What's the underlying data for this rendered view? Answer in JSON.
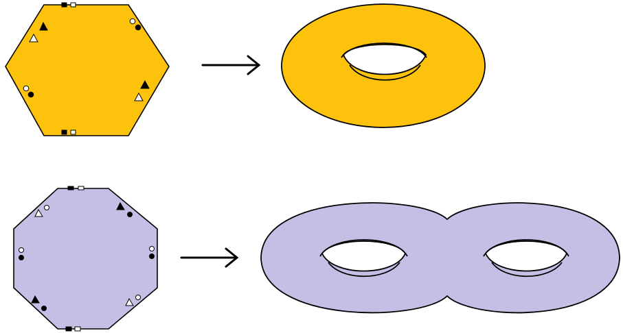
{
  "diagram": {
    "rows": [
      {
        "id": "hexagon-to-torus",
        "polygon": {
          "shape": "hexagon",
          "sides": 6,
          "fill": "#FDC20C",
          "stroke": "#000000"
        },
        "arrow": {
          "direction": "right"
        },
        "surface": {
          "shape": "torus",
          "holes": 1,
          "fill": "#FDC20C",
          "stroke": "#000000"
        },
        "edge_markers": [
          "filled-square",
          "open-square",
          "filled-triangle",
          "open-triangle",
          "filled-circle",
          "open-circle"
        ]
      },
      {
        "id": "octagon-to-double-torus",
        "polygon": {
          "shape": "octagon",
          "sides": 8,
          "fill": "#C5BFE6",
          "stroke": "#000000"
        },
        "arrow": {
          "direction": "right"
        },
        "surface": {
          "shape": "double-torus",
          "holes": 2,
          "fill": "#C5BFE6",
          "stroke": "#000000"
        },
        "edge_markers": [
          "filled-square",
          "open-square",
          "filled-triangle",
          "open-triangle",
          "filled-circle",
          "open-circle"
        ]
      }
    ]
  }
}
